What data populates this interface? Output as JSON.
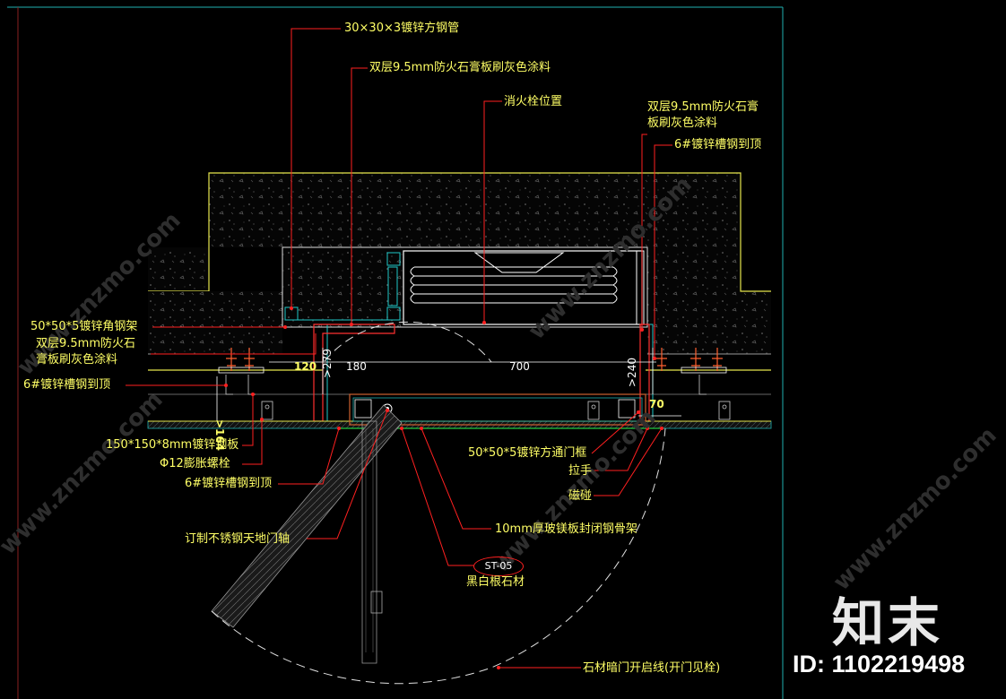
{
  "labels": {
    "steel_tube": "30×30×3镀锌方钢管",
    "gypsum_top": "双层9.5mm防火石膏板刷灰色涂料",
    "hydrant": "消火栓位置",
    "gypsum_right_1": "双层9.5mm防火石膏",
    "gypsum_right_2": "板刷灰色涂料",
    "channel_right": "6#镀锌槽钢到顶",
    "angle_frame": "50*50*5镀锌角钢架",
    "gypsum_left_1": "双层9.5mm防火石",
    "gypsum_left_2": "膏板刷灰色涂料",
    "channel_left": "6#镀锌槽钢到顶",
    "steel_plate": "150*150*8mm镀锌钢板",
    "bolt": "Φ12膨胀螺栓",
    "channel_bottom": "6#镀锌槽钢到顶",
    "pivot": "订制不锈钢天地门轴",
    "door_frame": "50*50*5镀锌方通门框",
    "handle": "拉手",
    "magnet": "磁碰",
    "mgo_board": "10mm厚玻镁板封闭钢骨架",
    "stone_tag": "ST-05",
    "stone": "黑白根石材",
    "swing_line": "石材暗门开启线(开门见栓)"
  },
  "dimensions": {
    "d120": "120",
    "d279": ">279",
    "d180": "180",
    "d700": "700",
    "d240": ">240",
    "d164": ">164",
    "d70": "70"
  },
  "watermark": {
    "logo": "知末",
    "id": "ID: 1102219498",
    "site": "www.znzmo.com"
  },
  "colors": {
    "background": "#000000",
    "label_text": "#ffff66",
    "leader": "#ff2020",
    "wall_outline": "#e6e64c",
    "steel": "#20c8c8",
    "frame_border": "#20b0b0"
  }
}
